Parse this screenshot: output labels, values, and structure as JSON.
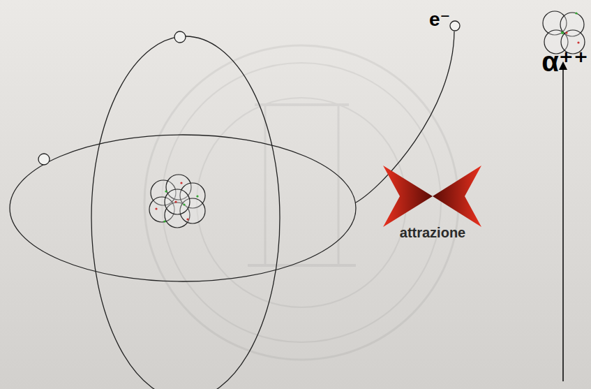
{
  "diagram": {
    "labels": [
      "e⁻",
      "α⁺⁺",
      "attrazione"
    ]
  }
}
